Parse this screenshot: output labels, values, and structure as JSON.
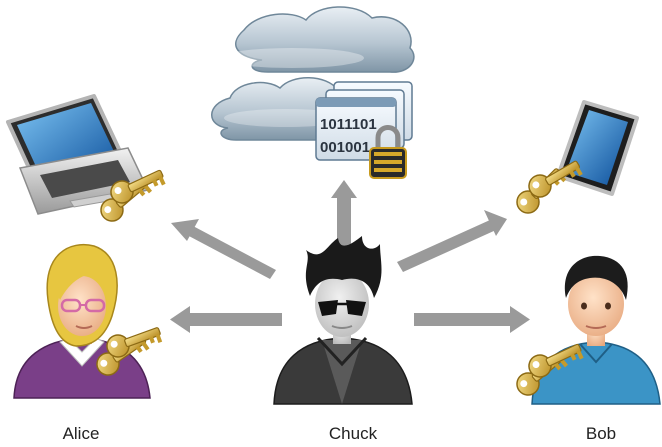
{
  "people": {
    "alice": {
      "name": "Alice"
    },
    "chuck": {
      "name": "Chuck"
    },
    "bob": {
      "name": "Bob"
    }
  },
  "cloud": {
    "binary_line_1": "1011101",
    "binary_line_2": "001001"
  },
  "colors": {
    "arrow": "#9a9a9a",
    "cloud": "#a9bccb",
    "key": "#d9b94a",
    "alice_hair": "#e7c640",
    "alice_shirt": "#7a3f88",
    "bob_shirt": "#3b94c6",
    "chuck_jacket": "#3a3a3a",
    "laptop_screen": "#1f6fc0",
    "tablet_screen": "#2174c8"
  },
  "icons": [
    "cloud-icon",
    "encrypted-data-icon",
    "padlock-icon",
    "laptop-icon",
    "tablet-icon",
    "key-icon",
    "alice-avatar-icon",
    "chuck-avatar-icon",
    "bob-avatar-icon"
  ]
}
